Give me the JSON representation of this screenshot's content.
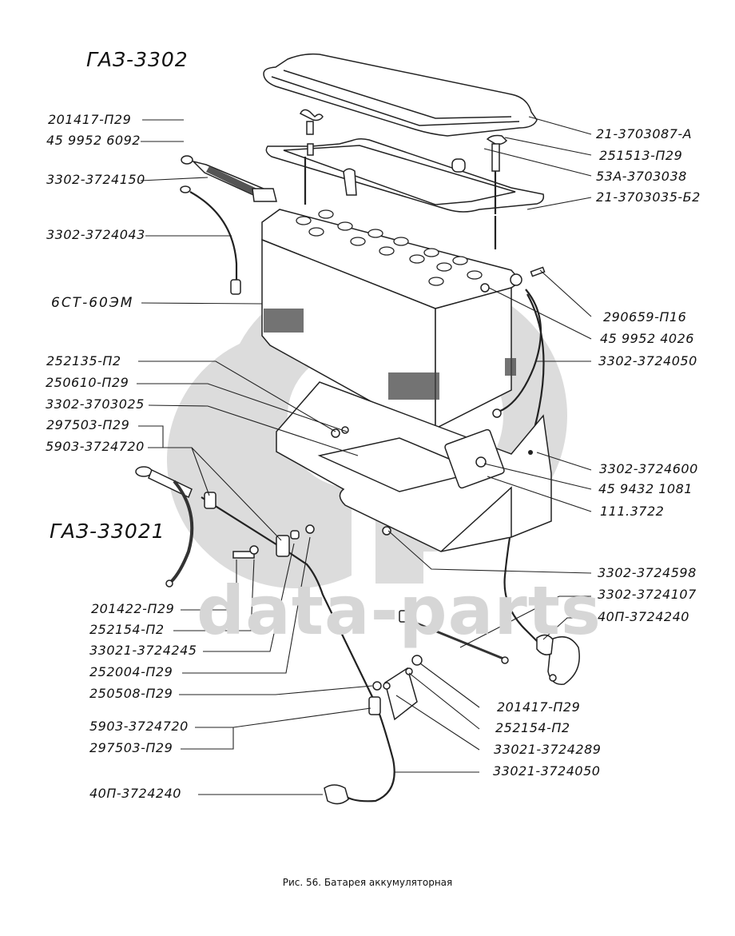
{
  "diagram": {
    "model_labels": [
      "ГАЗ-3302",
      "ГАЗ-33021"
    ],
    "watermark": "data-parts",
    "caption": "Рис. 56. Батарея аккумуляторная",
    "left_labels_top": [
      "201417-П29",
      "45 9952 6092",
      "3302-3724150",
      "3302-3724043",
      "6СТ-60ЭМ",
      "252135-П2",
      "250610-П29",
      "3302-3703025",
      "297503-П29",
      "5903-3724720"
    ],
    "left_labels_bottom": [
      "201422-П29",
      "252154-П2",
      "33021-3724245",
      "252004-П29",
      "250508-П29",
      "5903-3724720",
      "297503-П29",
      "40П-3724240"
    ],
    "right_labels": [
      "21-3703087-А",
      "251513-П29",
      "53А-3703038",
      "21-3703035-Б2",
      "290659-П16",
      "45 9952 4026",
      "3302-3724050",
      "3302-3724600",
      "45 9432 1081",
      "111.3722",
      "3302-3724598",
      "3302-3724107",
      "40П-3724240",
      "201417-П29",
      "252154-П2",
      "33021-3724289",
      "33021-3724050"
    ]
  }
}
